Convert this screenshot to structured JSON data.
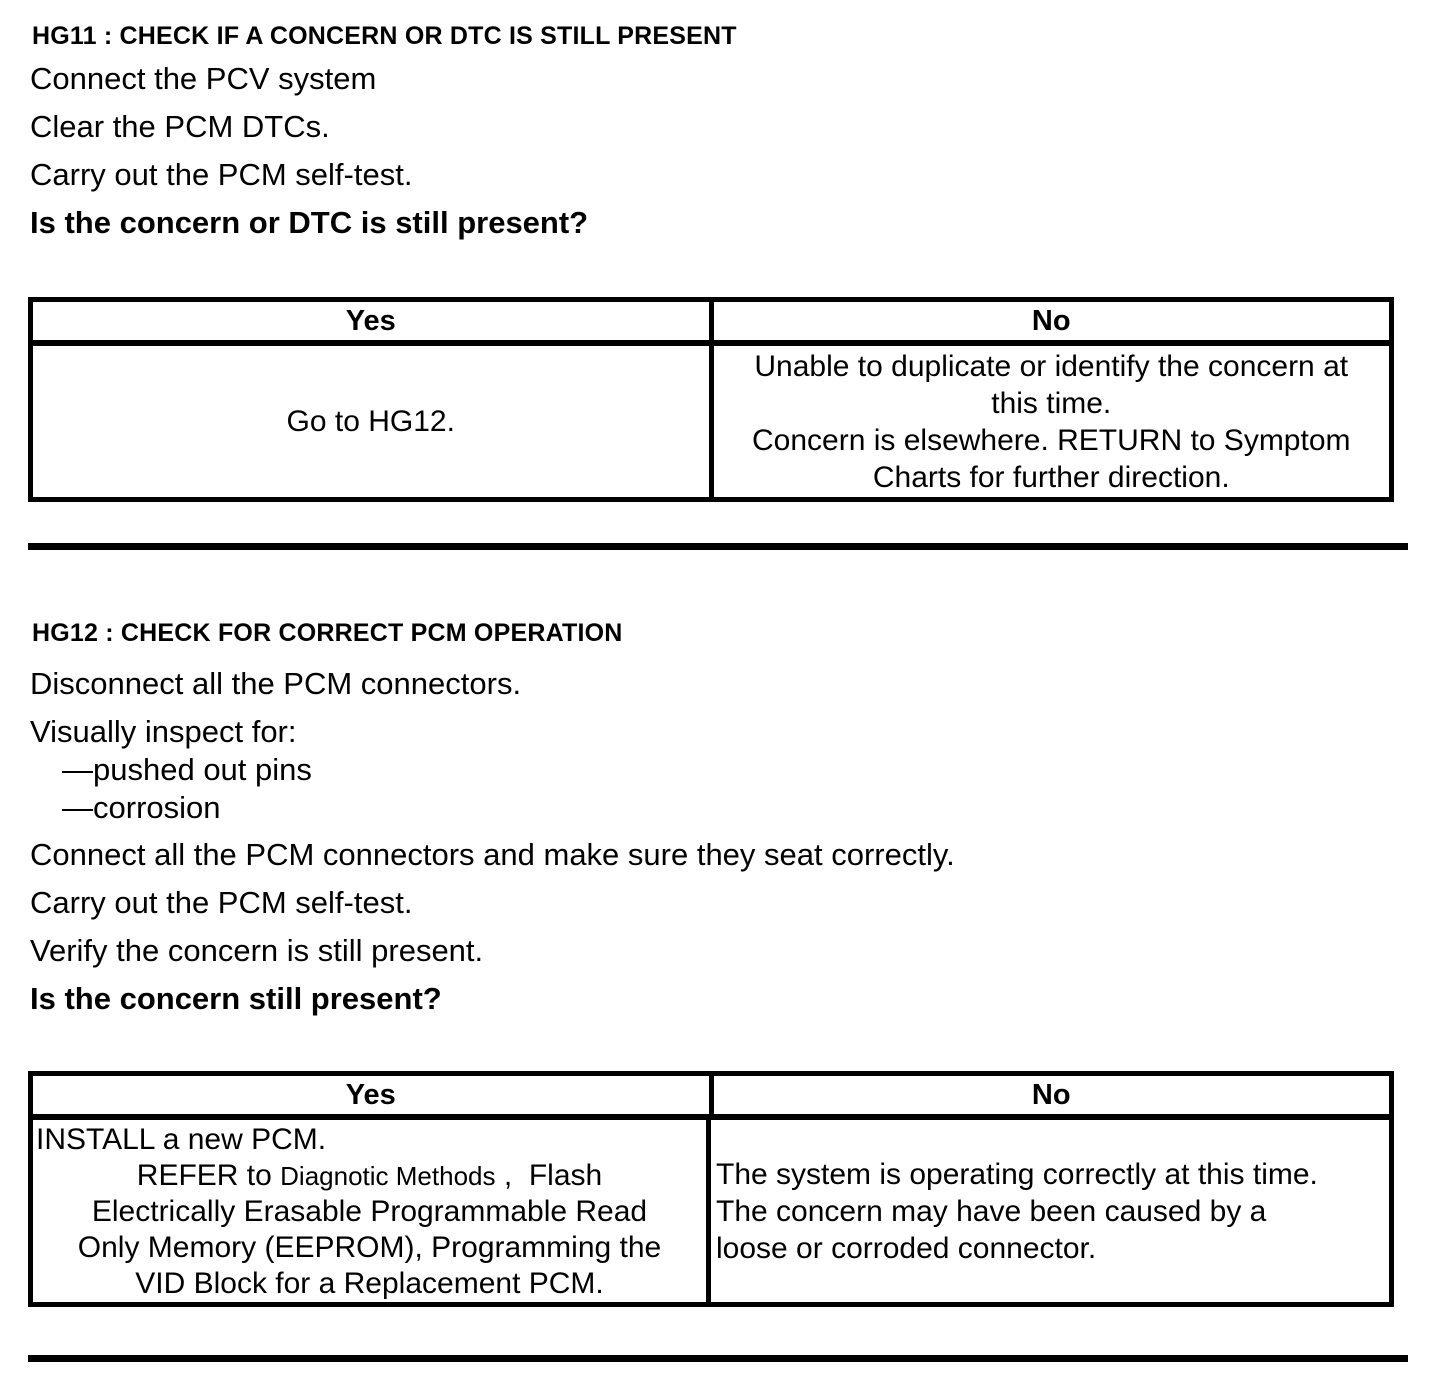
{
  "page": {
    "background": "#ffffff",
    "text_color": "#000000"
  },
  "hg11": {
    "heading": "HG11 : CHECK IF A CONCERN OR DTC IS STILL PRESENT",
    "steps": [
      "Connect the PCV system",
      "Clear the PCM DTCs.",
      "Carry out the PCM self-test."
    ],
    "question": "Is the concern or DTC is still present?",
    "table": {
      "headers": {
        "yes": "Yes",
        "no": "No"
      },
      "yes_body": "Go to HG12.",
      "no_body": "Unable to duplicate or identify the concern at\nthis time.\nConcern is elsewhere. RETURN to Symptom\nCharts for further direction."
    }
  },
  "hg12": {
    "heading": "HG12 : CHECK FOR CORRECT PCM OPERATION",
    "steps": [
      "Disconnect all the PCM connectors.",
      "Visually inspect for:",
      "—pushed out pins",
      "—corrosion",
      "Connect all the PCM connectors and make sure they seat correctly.",
      "Carry out the PCM self-test.",
      "Verify the concern is still present."
    ],
    "question": "Is the concern still present?",
    "table": {
      "headers": {
        "yes": "Yes",
        "no": "No"
      },
      "yes_lines": {
        "line1": "INSTALL a new PCM.",
        "refer_prefix": "REFER to ",
        "refer_link": "Diagnotic Methods",
        "refer_suffix": " ,  Flash",
        "line3": "Electrically Erasable Programmable Read",
        "line4": "Only Memory (EEPROM), Programming the",
        "line5": "VID Block for a Replacement PCM."
      },
      "no_body": "The system is operating correctly at this time.\nThe concern may have been caused by a\nloose or corroded connector."
    }
  }
}
